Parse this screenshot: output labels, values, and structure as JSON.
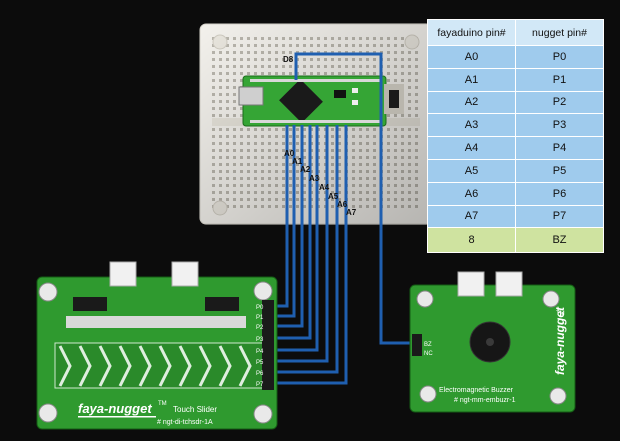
{
  "pin_table": {
    "headers": [
      "fayaduino pin#",
      "nugget pin#"
    ],
    "rows": [
      [
        "A0",
        "P0"
      ],
      [
        "A1",
        "P1"
      ],
      [
        "A2",
        "P2"
      ],
      [
        "A3",
        "P3"
      ],
      [
        "A4",
        "P4"
      ],
      [
        "A5",
        "P5"
      ],
      [
        "A6",
        "P6"
      ],
      [
        "A7",
        "P7"
      ],
      [
        "8",
        "BZ"
      ]
    ]
  },
  "wire_labels": {
    "d8": "D8",
    "analog": [
      "A0",
      "A1",
      "A2",
      "A3",
      "A4",
      "A5",
      "A6",
      "A7"
    ]
  },
  "slider_board": {
    "brand": "faya-nugget",
    "tm": "TM",
    "name": "Touch Slider",
    "part": "# ngt-di-tchsdr-1A",
    "pins": [
      "P0",
      "P1",
      "P2",
      "P3",
      "P4",
      "P5",
      "P6",
      "P7"
    ]
  },
  "buzzer_board": {
    "brand": "faya-nugget",
    "tm": "TM",
    "name": "Electromagnetic Buzzer",
    "part": "# ngt-mm-embuzr-1",
    "pins": [
      "BZ",
      "NC"
    ]
  },
  "colors": {
    "background": "#0c0c0c",
    "pcb_green": "#2f9a2f",
    "wire_blue": "#1f5fb0",
    "breadboard": "#f3f1ec",
    "table_blue": "#9fcbed",
    "table_green": "#cfe3a0"
  }
}
